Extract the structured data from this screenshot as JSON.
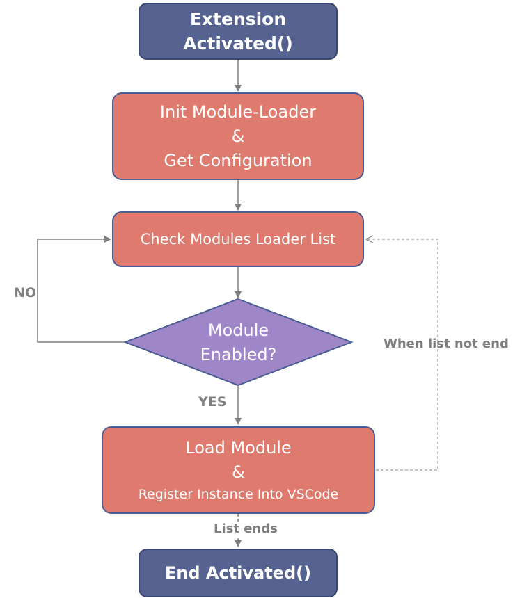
{
  "nodes": {
    "start": {
      "lines": [
        "Extension",
        "Activated()"
      ]
    },
    "init": {
      "lines": [
        "Init Module-Loader",
        "&",
        "Get Configuration"
      ]
    },
    "check": {
      "lines": [
        "Check Modules Loader List"
      ]
    },
    "decision": {
      "lines": [
        "Module",
        "Enabled?"
      ]
    },
    "load": {
      "lines": [
        "Load Module",
        "&",
        "Register Instance Into VSCode"
      ]
    },
    "end": {
      "lines": [
        "End Activated()"
      ]
    }
  },
  "edge_labels": {
    "no": "NO",
    "yes": "YES",
    "loop": "When list not end",
    "list_ends": "List ends"
  },
  "colors": {
    "terminal_fill": "#566390",
    "process_fill": "#df7a6f",
    "decision_fill": "#9e86c8",
    "connector": "#7f7f7f",
    "dashed_connector": "#b0b0b0"
  }
}
